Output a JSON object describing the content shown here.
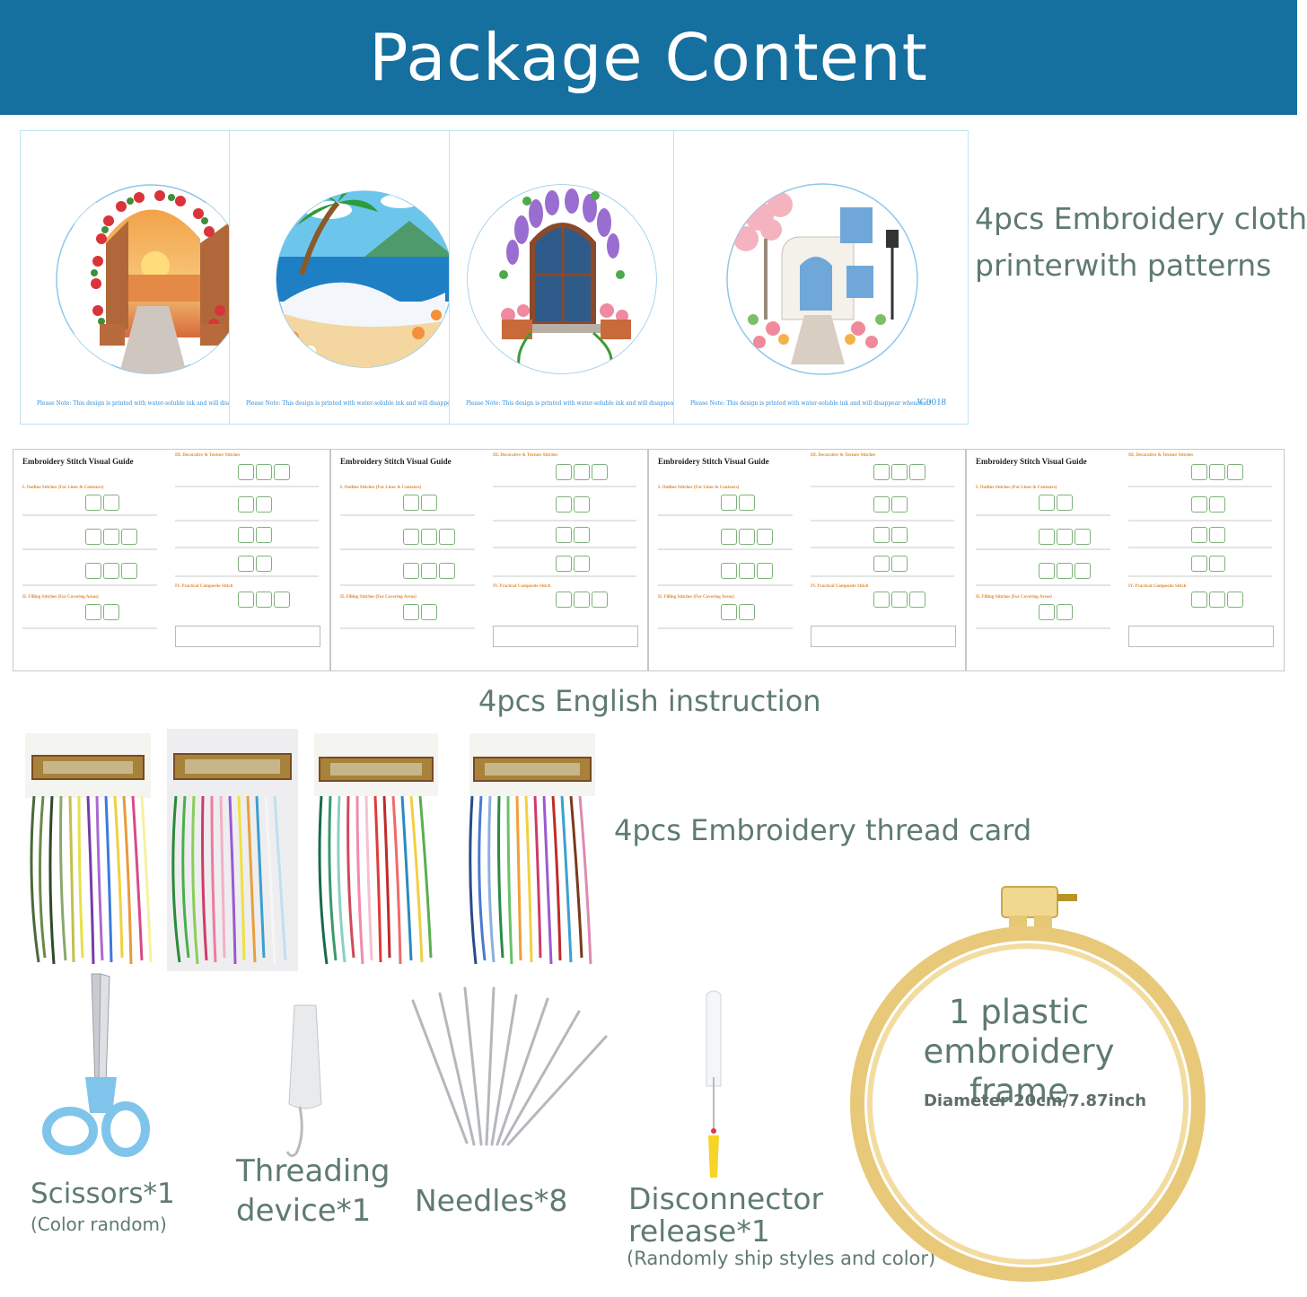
{
  "header": {
    "title": "Package Content"
  },
  "cloth": {
    "label_line1": "4pcs Embroidery cloth",
    "label_line2": "printerwith patterns",
    "note": "Please Note: This design is printed with water-soluble ink and will disappear when wet!",
    "code": "JC0018"
  },
  "instructions": {
    "label": "4pcs English instruction",
    "guide_title": "Embroidery Stitch Visual Guide",
    "section_outline": "I. Outline Stitches (For Lines & Contours)",
    "section_decor": "III. Decorative & Texture Stitches",
    "section_fill": "II. Filling Stitches (For Covering Areas)",
    "section_composite": "IV. Practical Composite Stitch"
  },
  "threads": {
    "label": "4pcs Embroidery thread card"
  },
  "hoop": {
    "title_line1": "1 plastic",
    "title_line2": "embroidery frame",
    "diameter": "Diameter 20cm/7.87inch"
  },
  "tools": {
    "scissors": "Scissors*1",
    "scissors_note": "(Color random)",
    "threader_line1": "Threading",
    "threader_line2": "device*1",
    "needles": "Needles*8",
    "ripper_line1": "Disconnector",
    "ripper_line2": "release*1",
    "ripper_note": "(Randomly ship styles and color)"
  },
  "colors": {
    "header": "#156f9f",
    "text": "#5e7a73",
    "hoop": "#e8c97a"
  }
}
